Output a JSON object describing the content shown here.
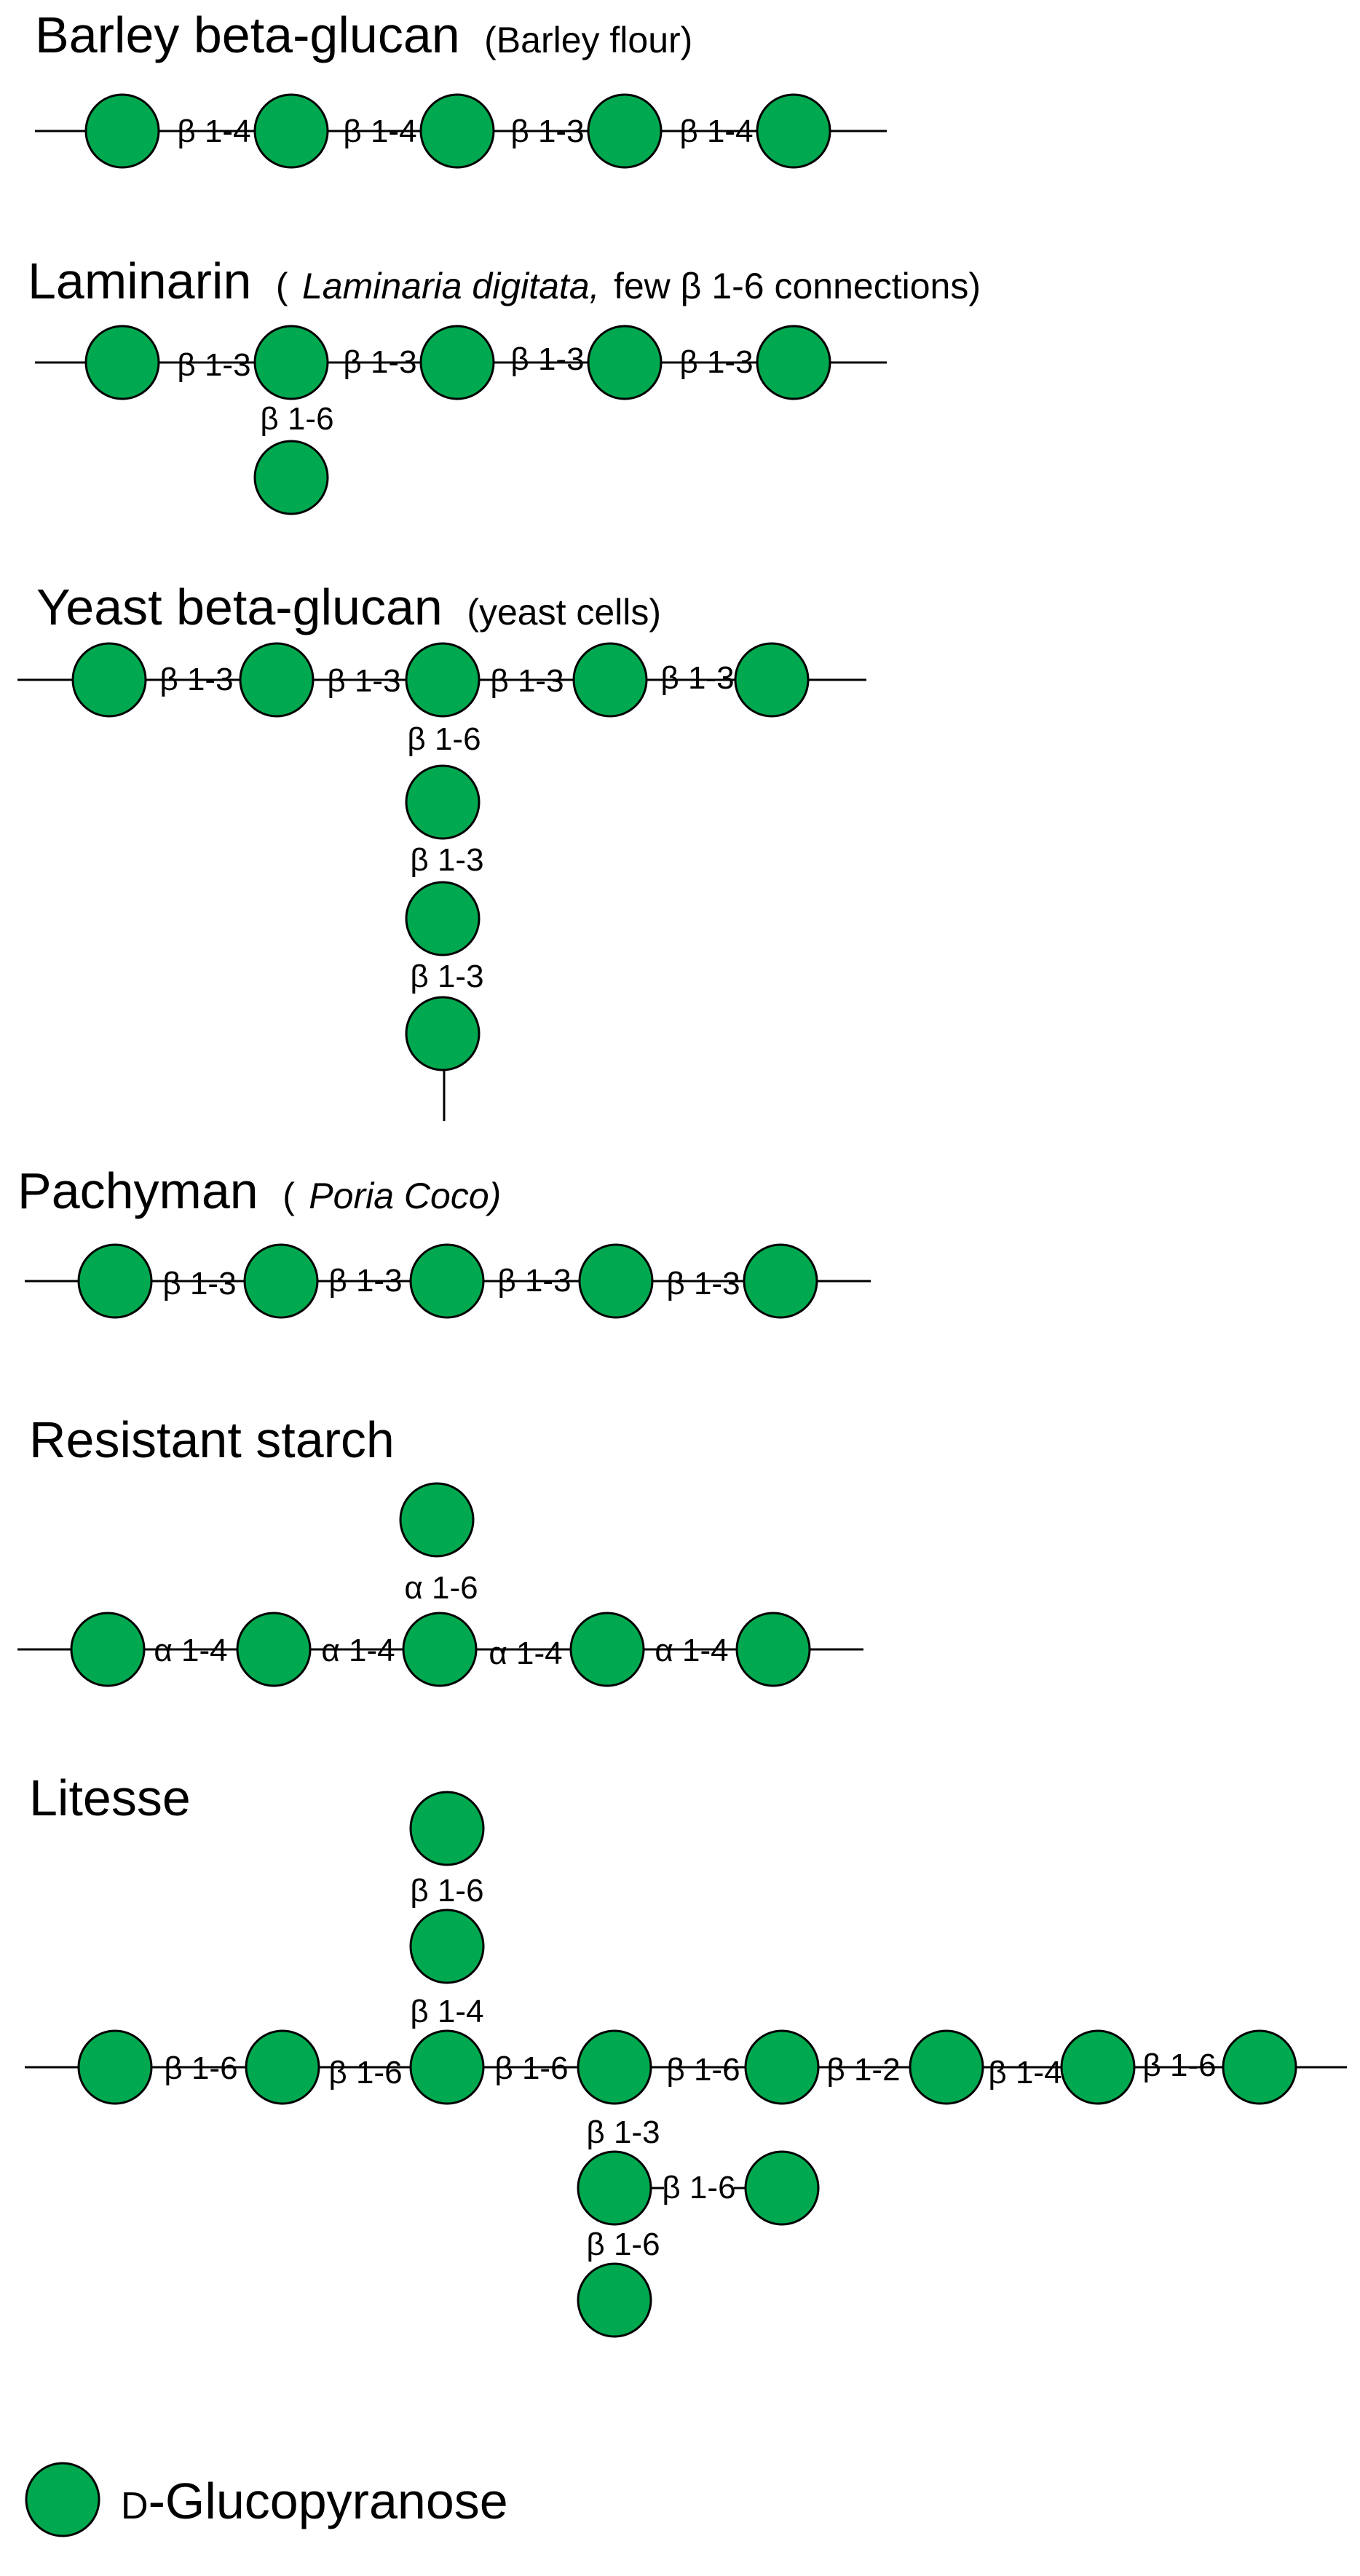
{
  "colors": {
    "glucose": "#00A94F",
    "outline": "#000000",
    "text": "#000000"
  },
  "sections": [
    {
      "id": "barley",
      "title": "Barley beta-glucan",
      "subtitle": [
        {
          "text": "(Barley flour)",
          "italic": false
        }
      ],
      "links": [
        "β 1-4",
        "β 1-4",
        "β 1-3",
        "β 1-4"
      ]
    },
    {
      "id": "laminarin",
      "title": "Laminarin",
      "subtitle": [
        {
          "text": "(",
          "italic": false
        },
        {
          "text": "Laminaria digitata,",
          "italic": true
        },
        {
          "text": " few β 1-6 connections)",
          "italic": false
        }
      ],
      "links": [
        "β 1-3",
        "β 1-3",
        "β 1-3",
        "β 1-3"
      ],
      "branch_links": [
        "β 1-6"
      ]
    },
    {
      "id": "yeast",
      "title": "Yeast beta-glucan",
      "subtitle": [
        {
          "text": "(yeast cells)",
          "italic": false
        }
      ],
      "links": [
        "β 1-3",
        "β 1-3",
        "β 1-3",
        "β 1-3"
      ],
      "branch_links": [
        "β 1-6",
        "β 1-3",
        "β 1-3"
      ]
    },
    {
      "id": "pachyman",
      "title": "Pachyman",
      "subtitle": [
        {
          "text": "(",
          "italic": false
        },
        {
          "text": "Poria Coco)",
          "italic": true
        }
      ],
      "links": [
        "β 1-3",
        "β 1-3",
        "β 1-3",
        "β 1-3"
      ]
    },
    {
      "id": "resistant-starch",
      "title": "Resistant starch",
      "subtitle": [],
      "links": [
        "α 1-4",
        "α 1-4",
        "α 1-4",
        "α 1-4"
      ],
      "branch_links": [
        "α 1-6"
      ]
    },
    {
      "id": "litesse",
      "title": "Litesse",
      "subtitle": [],
      "links": [
        "β 1-6",
        "β 1-6",
        "β 1-6",
        "β 1-6",
        "β 1-2",
        "β 1-4",
        "β 1-6"
      ],
      "upper_branch_links": [
        "β 1-6",
        "β 1-4"
      ],
      "lower_branch_links": [
        "β 1-3",
        "β 1-6"
      ],
      "side_branch_link": "β 1-6"
    }
  ],
  "legend": {
    "prefix": "D",
    "label": "-Glucopyranose"
  }
}
